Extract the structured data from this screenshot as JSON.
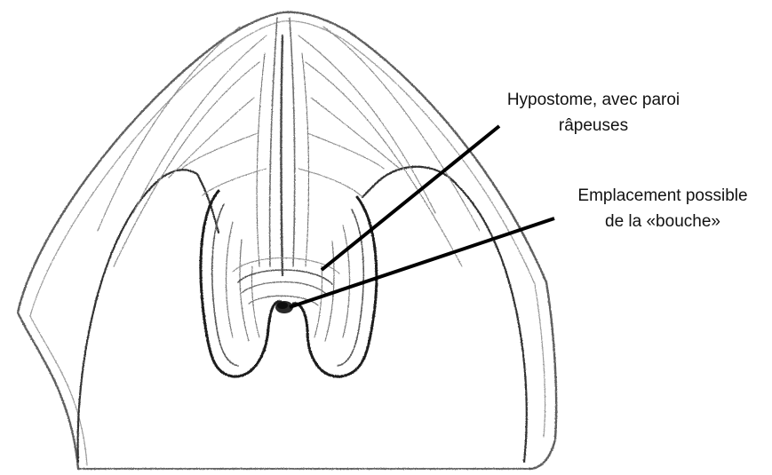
{
  "labels": {
    "hypostome": {
      "line1": "Hypostome, avec paroi",
      "line2": "râpeuses"
    },
    "mouth": {
      "line1": "Emplacement possible",
      "line2": "de la «bouche»"
    }
  },
  "colors": {
    "background": "#ffffff",
    "ink": "#111111",
    "sketch": "#6b6b6b",
    "sketch_dark": "#2c2c2c"
  }
}
